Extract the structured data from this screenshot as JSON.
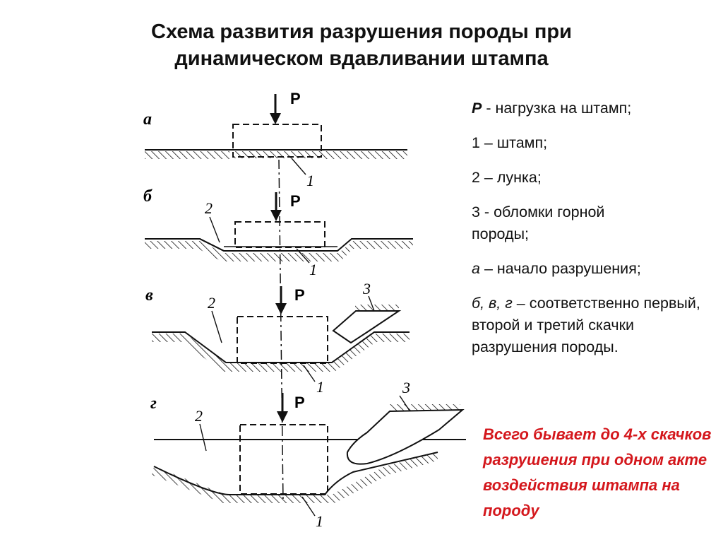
{
  "title": {
    "line1": "Схема развития разрушения породы при",
    "line2": "динамическом вдавливании штампа"
  },
  "diagram": {
    "stages": [
      "а",
      "б",
      "в",
      "г"
    ],
    "force_label": "P",
    "label_stamp": "1",
    "label_hole": "2",
    "label_fragments": "3"
  },
  "legend": {
    "p_sym": "P",
    "p_text": " - нагрузка на штамп;",
    "item1": "1 – штамп;",
    "item2": "2 – лунка;",
    "item3": "3 - обломки горной породы;",
    "a_sym": "а",
    "a_text": " – начало разрушения;",
    "bvg_sym": "б, в, г",
    "bvg_text": " – соответственно первый, второй и третий скачки разрушения породы."
  },
  "note": "Всего бывает до 4-х скачков разрушения при одном акте воздействия штампа на породу",
  "colors": {
    "text": "#111111",
    "note": "#d4171c"
  }
}
